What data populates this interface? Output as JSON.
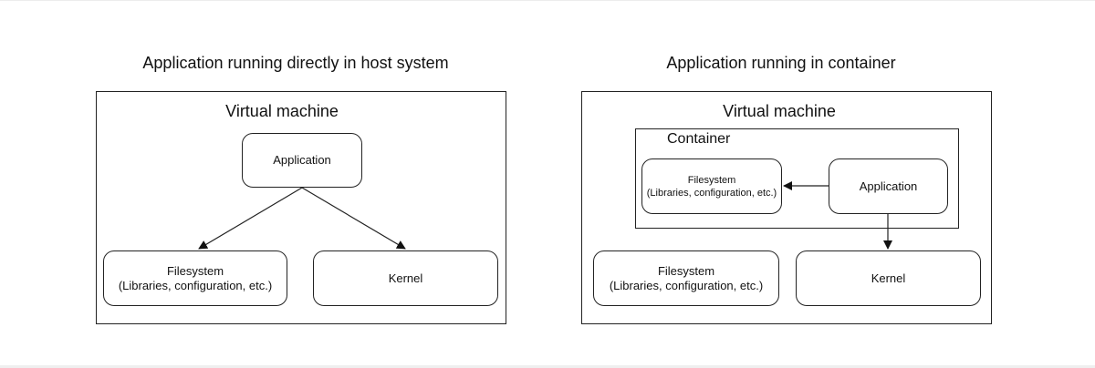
{
  "left": {
    "title": "Application running directly in host system",
    "vm_label": "Virtual machine",
    "application": "Application",
    "filesystem": {
      "line1": "Filesystem",
      "line2": "(Libraries, configuration, etc.)"
    },
    "kernel": "Kernel"
  },
  "right": {
    "title": "Application running in container",
    "vm_label": "Virtual machine",
    "container_label": "Container",
    "container_filesystem": {
      "line1": "Filesystem",
      "line2": "(Libraries, configuration, etc.)"
    },
    "container_application": "Application",
    "filesystem": {
      "line1": "Filesystem",
      "line2": "(Libraries, configuration, etc.)"
    },
    "kernel": "Kernel"
  },
  "colors": {
    "stroke": "#222222",
    "background": "#ffffff"
  }
}
